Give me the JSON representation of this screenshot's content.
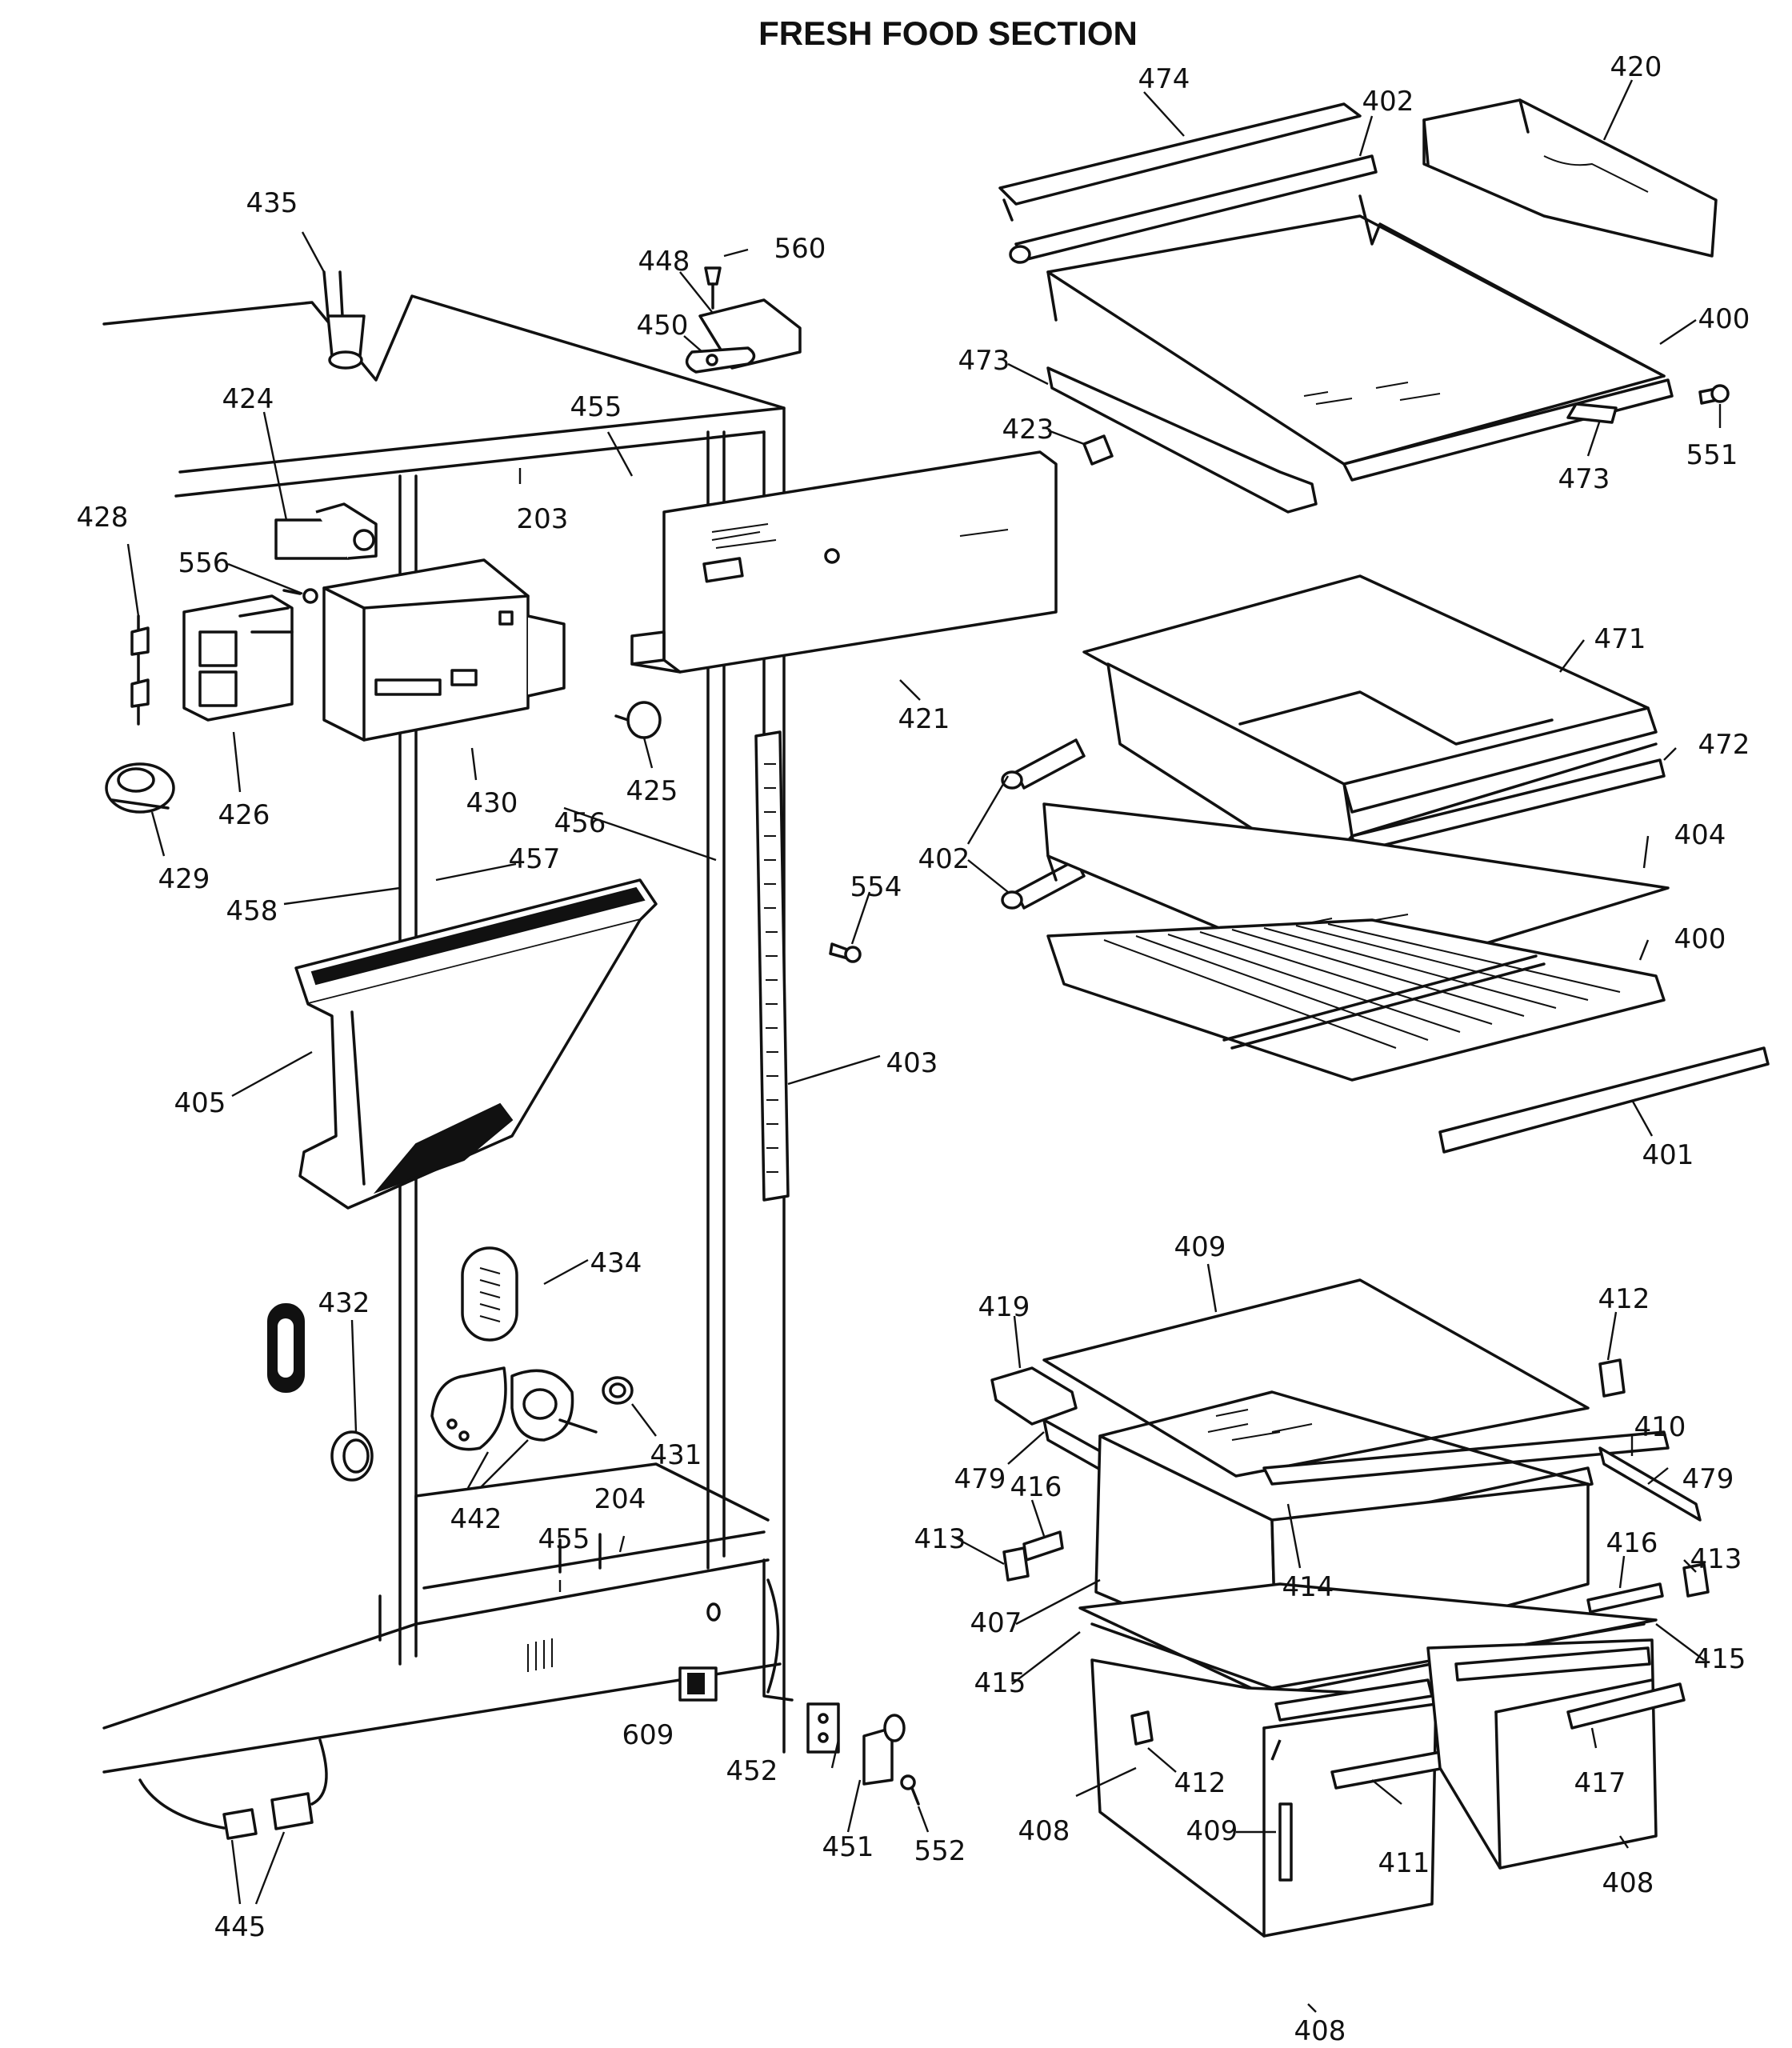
{
  "title": "FRESH FOOD SECTION",
  "labels": {
    "l474": "474",
    "l402a": "402",
    "l420": "420",
    "l400a": "400",
    "l473a": "473",
    "l473b": "473",
    "l551": "551",
    "l423": "423",
    "l435": "435",
    "l448": "448",
    "l560": "560",
    "l450": "450",
    "l424": "424",
    "l455a": "455",
    "l428": "428",
    "l556": "556",
    "l203": "203",
    "l426": "426",
    "l430": "430",
    "l429": "429",
    "l425": "425",
    "l421": "421",
    "l471": "471",
    "l472": "472",
    "l402b": "402",
    "l404": "404",
    "l400b": "400",
    "l456": "456",
    "l457": "457",
    "l458": "458",
    "l554": "554",
    "l405": "405",
    "l403": "403",
    "l401": "401",
    "l409a": "409",
    "l419": "419",
    "l412a": "412",
    "l434": "434",
    "l432": "432",
    "l431": "431",
    "l410": "410",
    "l479a": "479",
    "l479b": "479",
    "l416a": "416",
    "l442": "442",
    "l204": "204",
    "l455b": "455",
    "l413a": "413",
    "l414": "414",
    "l416b": "416",
    "l413b": "413",
    "l407": "407",
    "l415a": "415",
    "l415b": "415",
    "l609": "609",
    "l452": "452",
    "l412b": "412",
    "l417": "417",
    "l408a": "408",
    "l409b": "409",
    "l411": "411",
    "l451": "451",
    "l552": "552",
    "l408b": "408",
    "l445": "445",
    "l408c": "408"
  }
}
